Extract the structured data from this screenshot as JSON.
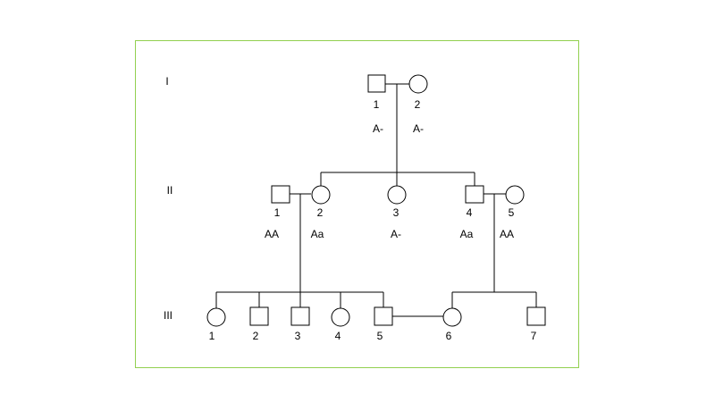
{
  "colors": {
    "frame_border": "#92d050",
    "line": "#000000"
  },
  "generations": [
    "I",
    "II",
    "III"
  ],
  "individuals": {
    "I-1": {
      "sex": "male",
      "number": "1",
      "genotype": "A-"
    },
    "I-2": {
      "sex": "female",
      "number": "2",
      "genotype": "A-"
    },
    "II-1": {
      "sex": "male",
      "number": "1",
      "genotype": "AA"
    },
    "II-2": {
      "sex": "female",
      "number": "2",
      "genotype": "Aa"
    },
    "II-3": {
      "sex": "female",
      "number": "3",
      "genotype": "A-"
    },
    "II-4": {
      "sex": "male",
      "number": "4",
      "genotype": "Aa"
    },
    "II-5": {
      "sex": "female",
      "number": "5",
      "genotype": "AA"
    },
    "III-1": {
      "sex": "female",
      "number": "1"
    },
    "III-2": {
      "sex": "male",
      "number": "2"
    },
    "III-3": {
      "sex": "male",
      "number": "3"
    },
    "III-4": {
      "sex": "female",
      "number": "4"
    },
    "III-5": {
      "sex": "male",
      "number": "5"
    },
    "III-6": {
      "sex": "female",
      "number": "6"
    },
    "III-7": {
      "sex": "male",
      "number": "7"
    }
  },
  "matings": [
    [
      "I-1",
      "I-2"
    ],
    [
      "II-1",
      "II-2"
    ],
    [
      "II-4",
      "II-5"
    ],
    [
      "III-5",
      "III-6"
    ]
  ],
  "offspring": [
    {
      "parents": [
        "I-1",
        "I-2"
      ],
      "children": [
        "II-2",
        "II-3",
        "II-4"
      ]
    },
    {
      "parents": [
        "II-1",
        "II-2"
      ],
      "children": [
        "III-1",
        "III-2",
        "III-3",
        "III-4",
        "III-5"
      ]
    },
    {
      "parents": [
        "II-4",
        "II-5"
      ],
      "children": [
        "III-6",
        "III-7"
      ]
    }
  ]
}
